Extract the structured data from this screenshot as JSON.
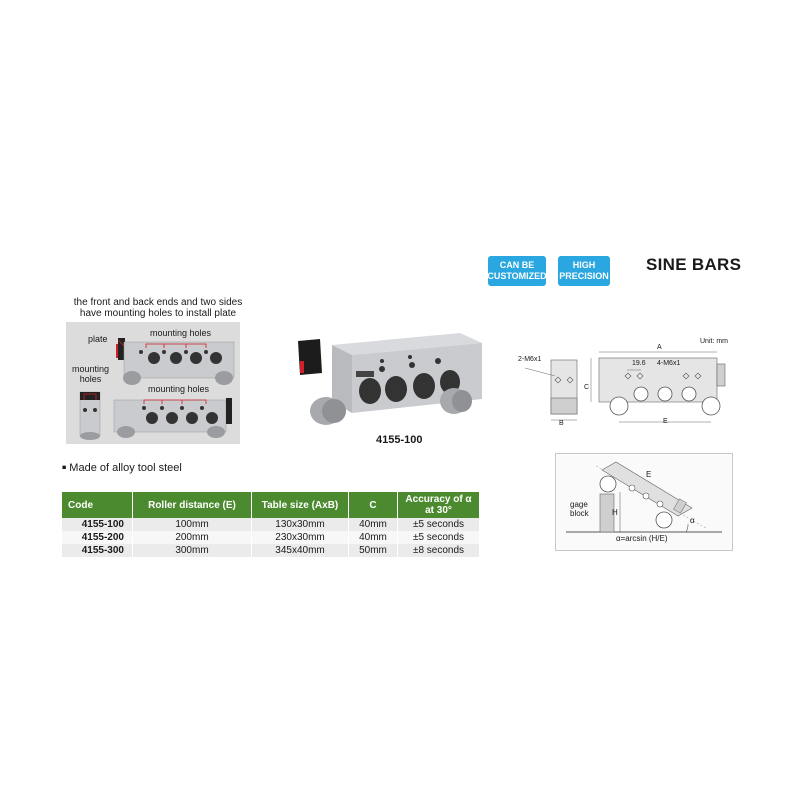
{
  "badges": [
    {
      "line1": "CAN BE",
      "line2": "CUSTOMIZED"
    },
    {
      "line1": "HIGH",
      "line2": "PRECISION"
    }
  ],
  "title": "SINE BARS",
  "mounting_caption": [
    "the front and back ends and two sides",
    "have mounting holes to install plate"
  ],
  "inset_labels": {
    "plate": "plate",
    "mounting_holes_top": "mounting holes",
    "mounting_holes_left_1": "mounting",
    "mounting_holes_left_2": "holes",
    "mounting_holes_bottom": "mounting holes"
  },
  "product_label": "4155-100",
  "drawing": {
    "unit": "Unit: mm",
    "label_2m6": "2-M6x1",
    "label_4m6": "4-M6x1",
    "dim_19_6": "19.6",
    "A": "A",
    "B": "B",
    "C": "C",
    "E": "E"
  },
  "usage": {
    "gage_block_1": "gage",
    "gage_block_2": "block",
    "H": "H",
    "E": "E",
    "alpha": "α",
    "formula": "α=arcsin (H/E)"
  },
  "feature": "Made of alloy tool steel",
  "table": {
    "headers": [
      "Code",
      "Roller distance (E)",
      "Table size (AxB)",
      "C",
      "Accuracy of α at 30°"
    ],
    "rows": [
      [
        "4155-100",
        "100mm",
        "130x30mm",
        "40mm",
        "±5 seconds"
      ],
      [
        "4155-200",
        "200mm",
        "230x30mm",
        "40mm",
        "±5 seconds"
      ],
      [
        "4155-300",
        "300mm",
        "345x40mm",
        "50mm",
        "±8 seconds"
      ]
    ]
  },
  "colors": {
    "badge_blue": "#2aa6e0",
    "table_header_green": "#4c8a2f"
  }
}
